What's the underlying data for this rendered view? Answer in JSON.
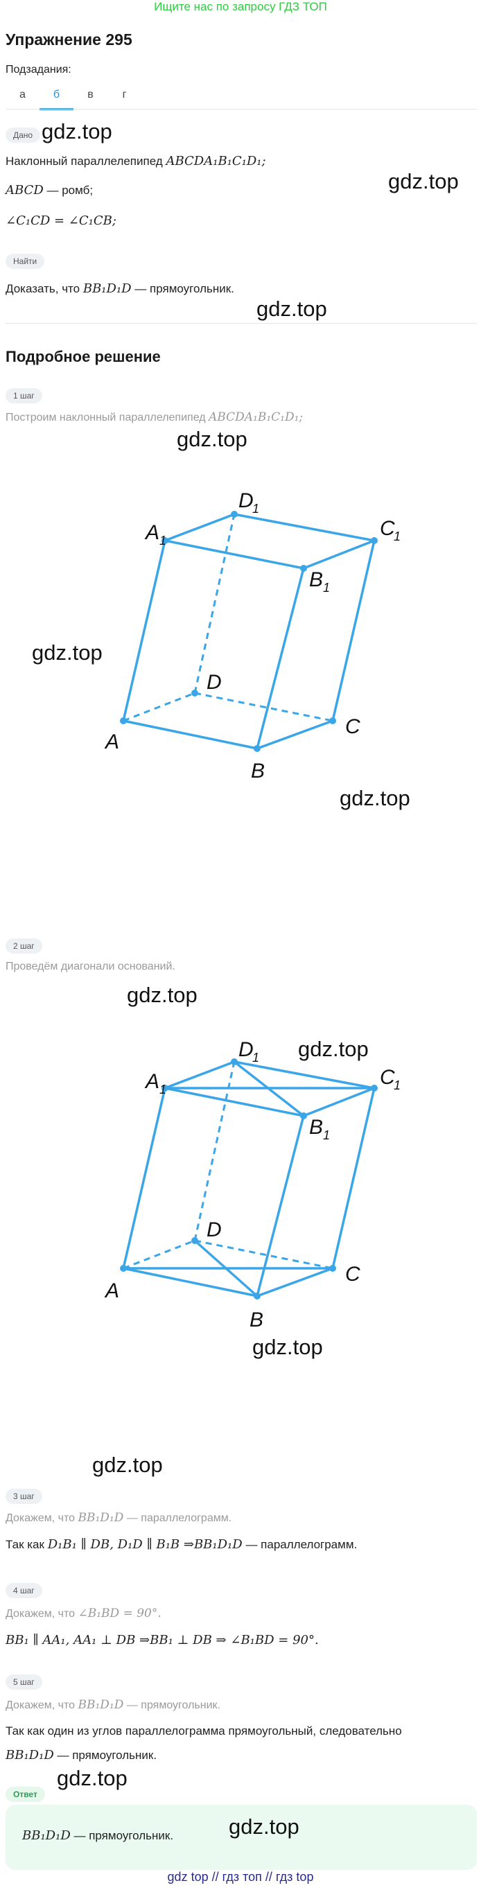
{
  "banner": "Ищите нас по запросу ГДЗ ТОП",
  "title": "Упражнение 295",
  "subtasks_label": "Подзадания:",
  "tabs": [
    "а",
    "б",
    "в",
    "г"
  ],
  "active_tab": "б",
  "watermark": "gdz.top",
  "given_badge": "Дано",
  "find_badge": "Найти",
  "given_line1_text": "Наклонный параллелепипед",
  "given_line1_math": "ABCDA₁B₁C₁D₁;",
  "given_line2_math": "ABCD",
  "given_line2_text": "— ромб;",
  "given_line3_math": "∠C₁CD = ∠C₁CB;",
  "find_text": "Доказать, что",
  "find_math": "BB₁D₁D",
  "find_tail": "— прямоугольник.",
  "solution_title": "Подробное решение",
  "steps": [
    {
      "badge": "1 шаг",
      "text": "Построим наклонный параллелепипед",
      "math": "ABCDA₁B₁C₁D₁;"
    },
    {
      "badge": "2 шаг",
      "text": "Проведём диагонали оснований."
    },
    {
      "badge": "3 шаг",
      "text": "Докажем, что",
      "math": "BB₁D₁D",
      "tail": "— параллелограмм."
    },
    {
      "badge": "4 шаг",
      "text": "Докажем, что",
      "math": "∠B₁BD = 90°."
    },
    {
      "badge": "5 шаг",
      "text": "Докажем, что",
      "math": "BB₁D₁D",
      "tail": "— прямоугольник."
    }
  ],
  "step3_line_prefix": "Так как",
  "step3_line_math": "D₁B₁ ∥ DB,  D₁D ∥ B₁B ⇒BB₁D₁D",
  "step3_line_tail": "— параллелограмм.",
  "step4_line_math": "BB₁ ∥ AA₁, AA₁ ⊥ DB ⇒BB₁ ⊥ DB ⇒ ∠B₁BD = 90°.",
  "step5_line1": "Так как один из углов параллелограмма прямоугольный, следовательно",
  "step5_line2_math": "BB₁D₁D",
  "step5_line2_tail": "— прямоугольник.",
  "answer_badge": "Ответ",
  "answer_math": "BB₁D₁D",
  "answer_tail": "— прямоугольник.",
  "footer": "gdz top  //  гдз топ  //  гдз top",
  "figure_labels": {
    "A": "A",
    "B": "B",
    "C": "C",
    "D": "D",
    "A1": "A",
    "B1": "B",
    "C1": "C",
    "D1": "D",
    "sub": "1"
  },
  "colors": {
    "edge": "#3aa6e8",
    "accent": "#2f8fd0",
    "banner": "#2ecc40"
  }
}
